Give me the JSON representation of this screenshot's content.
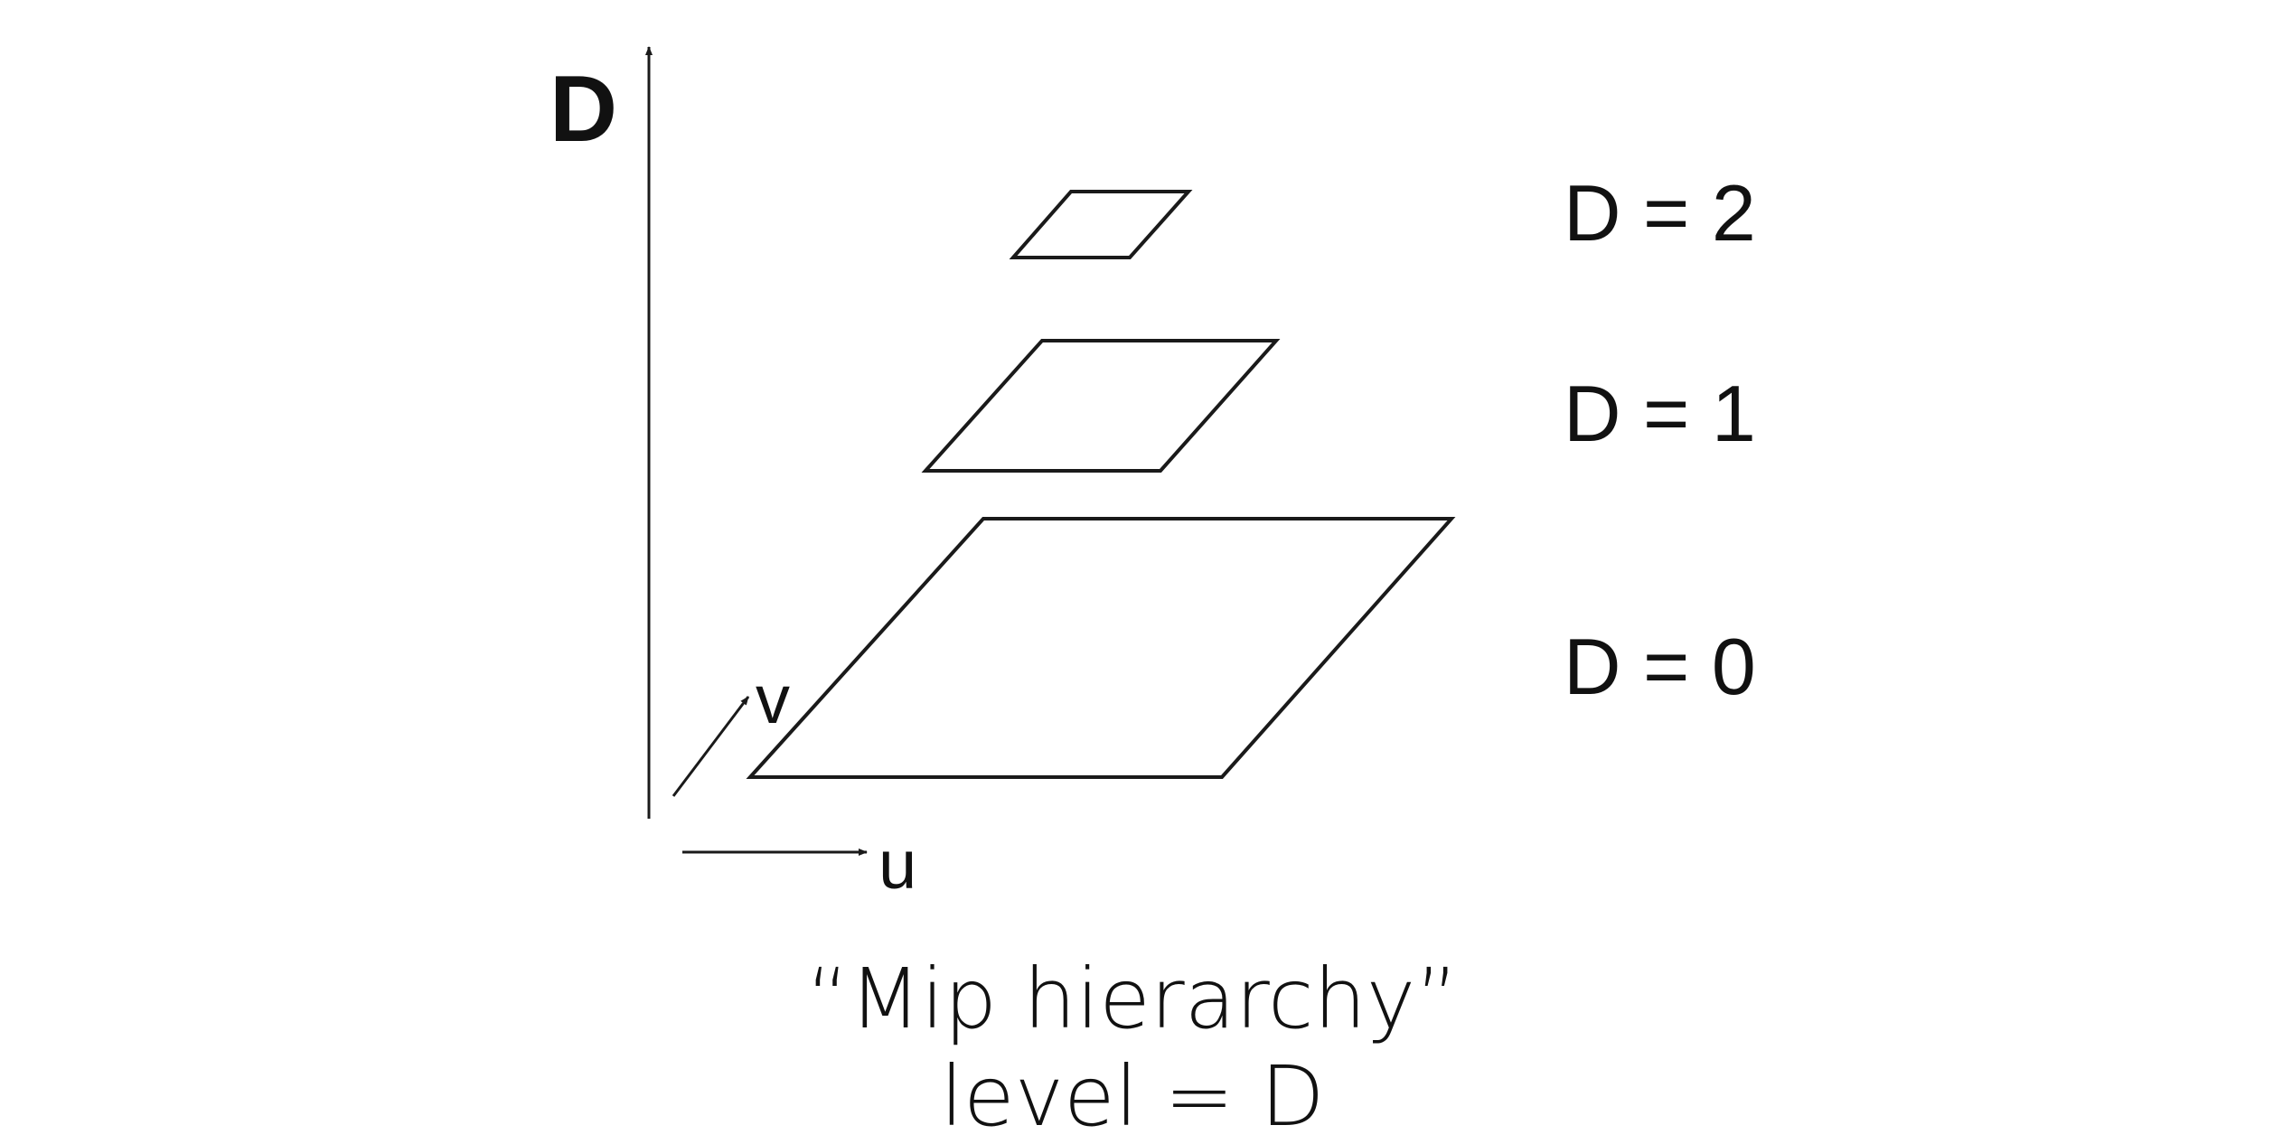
{
  "axes": {
    "vertical_label": "D",
    "u_label": "u",
    "v_label": "v"
  },
  "levels": [
    {
      "label": "D = 0",
      "level": 0
    },
    {
      "label": "D = 1",
      "level": 1
    },
    {
      "label": "D = 2",
      "level": 2
    }
  ],
  "caption": {
    "line1": "“Mip hierarchy”",
    "line2": "level = D"
  },
  "colors": {
    "stroke": "#1a1a1a",
    "background": "#ffffff"
  }
}
